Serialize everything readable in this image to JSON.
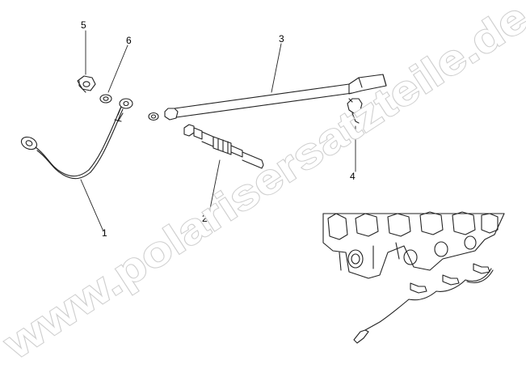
{
  "callouts": [
    {
      "id": "1",
      "label": "1"
    },
    {
      "id": "2",
      "label": "2"
    },
    {
      "id": "3",
      "label": "3"
    },
    {
      "id": "4",
      "label": "4"
    },
    {
      "id": "5",
      "label": "5"
    },
    {
      "id": "6",
      "label": "6"
    }
  ],
  "watermark": "www.polarisersatzteile.de"
}
